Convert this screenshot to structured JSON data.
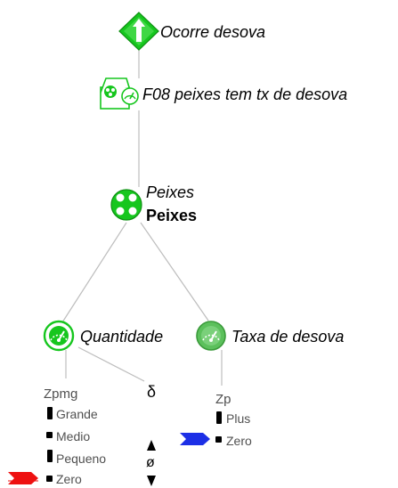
{
  "nodes": {
    "agent": {
      "label": "Ocorre desova",
      "icon": "agent-diamond-icon"
    },
    "model_fragment": {
      "label": "F08 peixes tem tx de desova",
      "icon": "model-fragment-icon"
    },
    "entity": {
      "type_label": "Peixes",
      "name_label": "Peixes",
      "icon": "entity-icon"
    },
    "quantity_1": {
      "label": "Quantidade",
      "icon": "quantity-gauge-icon"
    },
    "quantity_2": {
      "label": "Taxa de desova",
      "icon": "quantity-gauge-icon"
    }
  },
  "quantity_space_1": {
    "name": "Zpmg",
    "values": [
      "Grande",
      "Medio",
      "Pequeno",
      "Zero"
    ],
    "current_value": "Zero"
  },
  "derivative": {
    "symbol": "δ",
    "value": "ø"
  },
  "quantity_space_2": {
    "name": "Zp",
    "values": [
      "Plus",
      "Zero"
    ],
    "current_value": "Zero"
  },
  "colors": {
    "edge": "#bdbdbd",
    "node_green": "#16c61e",
    "node_green_dark": "#0e8f12",
    "quantity2_green": "#5cc05c",
    "marker_red": "#ee1111",
    "marker_blue": "#1c2fe6"
  }
}
